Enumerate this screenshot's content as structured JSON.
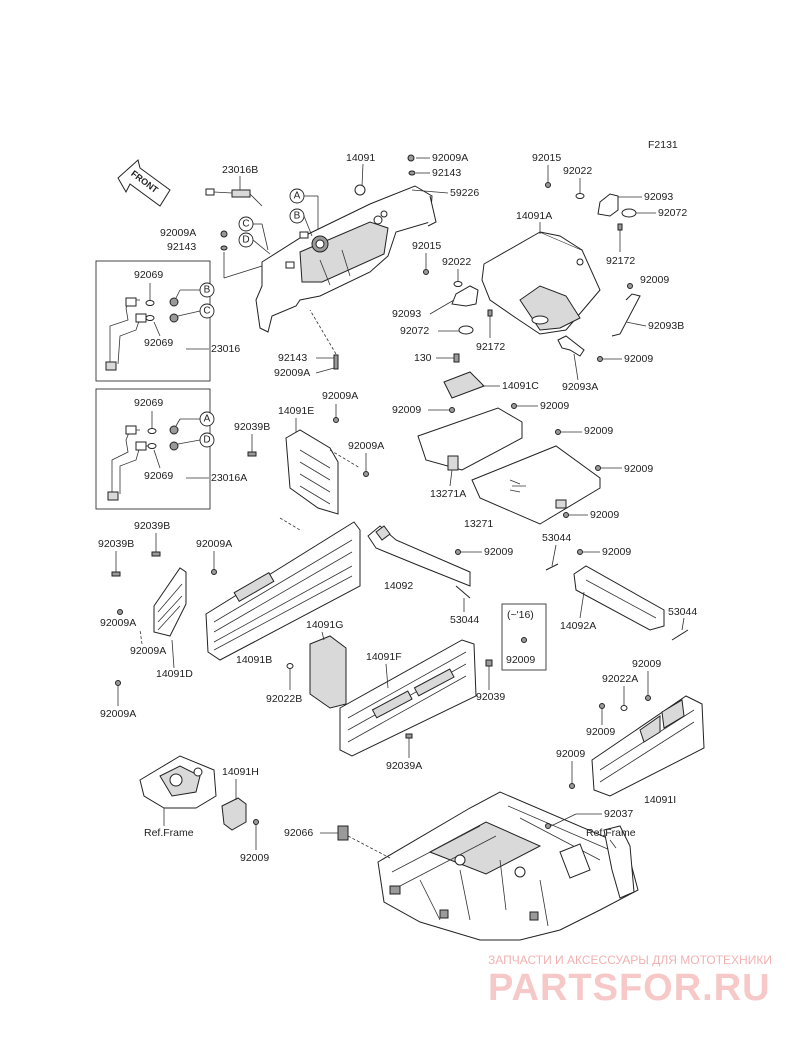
{
  "diagram": {
    "code": "F2131",
    "front_label": "FRONT",
    "callouts": [
      "A",
      "B",
      "C",
      "D"
    ],
    "ref_frame": "Ref.Frame",
    "year_note": "(~'16)",
    "part_numbers": [
      "23016B",
      "14091",
      "92009A",
      "92143",
      "59226",
      "92015",
      "92022",
      "92093",
      "92072",
      "14091A",
      "92172",
      "92009",
      "92093B",
      "92093A",
      "130",
      "14091C",
      "13271A",
      "13271",
      "53044",
      "14092",
      "14092A",
      "14091E",
      "92039B",
      "14091B",
      "14091D",
      "92069",
      "23016",
      "23016A",
      "14091G",
      "14091F",
      "92022B",
      "92039",
      "92039A",
      "14091I",
      "92022A",
      "92037",
      "92066",
      "14091H"
    ]
  },
  "watermark": {
    "line1": "ЗАПЧАСТИ И АКСЕССУАРЫ ДЛЯ МОТОТЕХНИКИ",
    "line2": "PARTSFOR.RU"
  }
}
